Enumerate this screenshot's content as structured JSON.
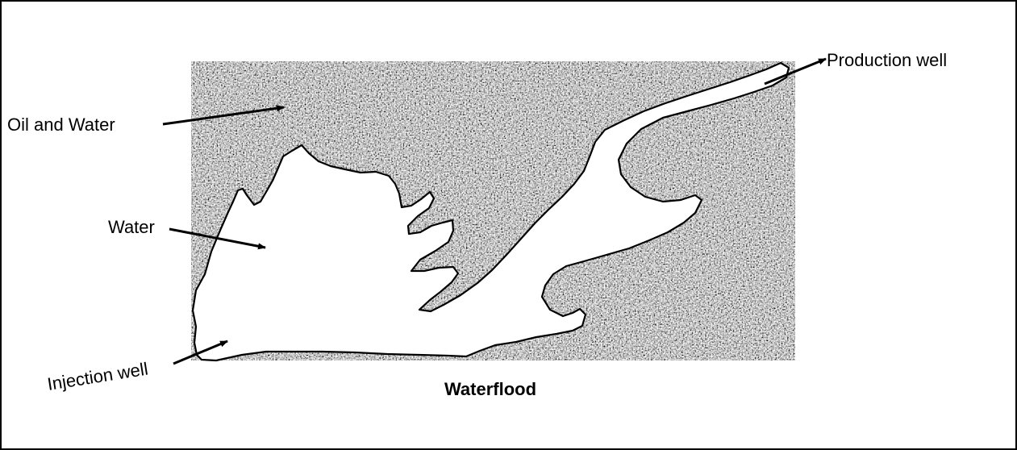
{
  "figure": {
    "caption": "Waterflood",
    "labels": {
      "production_well": "Production well",
      "oil_and_water": "Oil and Water",
      "water": "Water",
      "injection_well": "Injection well"
    },
    "colors": {
      "rock_dark": "#5a5a5a",
      "rock_light": "#e6e6e6",
      "water": "#ffffff",
      "ink": "#000000"
    }
  }
}
